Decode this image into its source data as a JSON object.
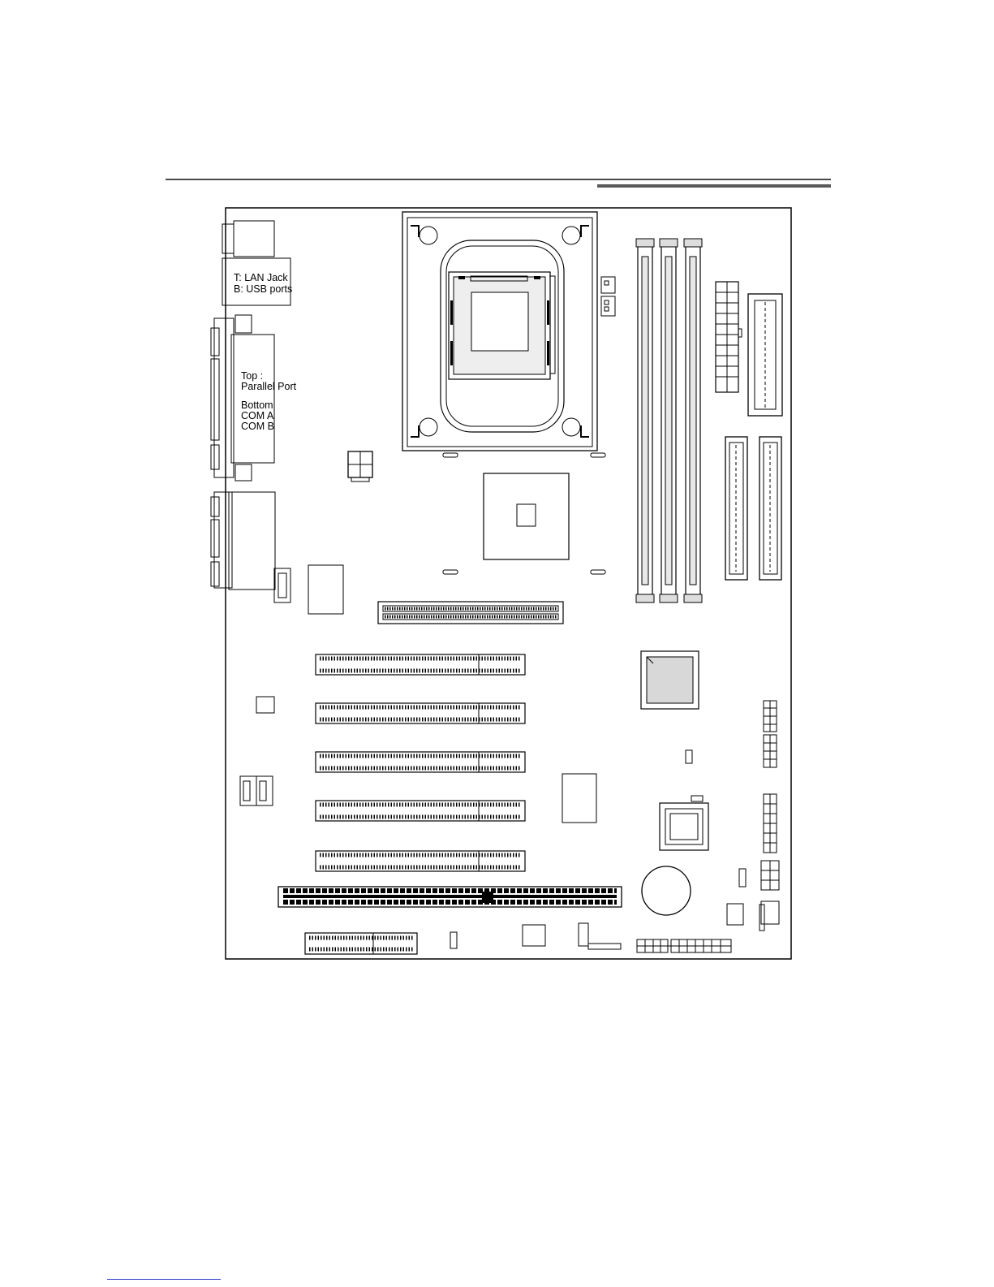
{
  "io_labels": {
    "lan_usb_top": "T: LAN Jack",
    "lan_usb_bottom": "B: USB ports",
    "parallel_top": "Top :",
    "parallel_port": "Parallel Port",
    "bottom": "Bottom",
    "com_a": "COM A",
    "com_b": "COM B"
  },
  "colors": {
    "line": "#000000",
    "background": "#ffffff",
    "header_rule": "#4a4a4a",
    "footer_link": "#2b35c8"
  }
}
